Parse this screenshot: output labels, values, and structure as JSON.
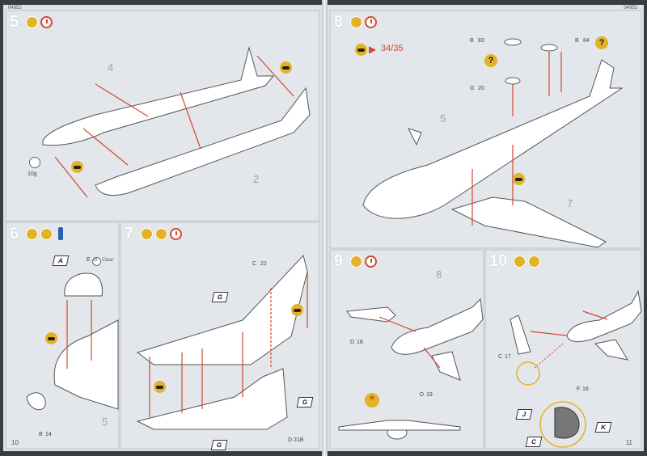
{
  "document": {
    "catalog_left": "04952",
    "catalog_right": "04952",
    "pages": {
      "left": "10",
      "right": "11"
    }
  },
  "step5": {
    "number": "5",
    "part_a": "4",
    "part_b": "2",
    "weight": "10g"
  },
  "step6": {
    "number": "6",
    "ref_a": "A",
    "part_e": "E",
    "part_e_num": "15",
    "paint_ref": "Clear",
    "part_b_label": "B",
    "part_b_num": "14",
    "part_main": "5"
  },
  "step7": {
    "number": "7",
    "part_c": "C",
    "part_c_num": "22",
    "ref_g1": "G",
    "ref_g2": "G",
    "ref_g3": "G",
    "part_d": "D",
    "part_d_num": "21B"
  },
  "step8": {
    "number": "8",
    "ref_pages": "34/35",
    "part_b1": "B",
    "part_b1_num": "83",
    "part_b2": "B",
    "part_b2_num": "84",
    "part_g": "G",
    "part_g_num": "20",
    "part_main": "5",
    "part_wing": "7",
    "question": "?"
  },
  "step9": {
    "number": "9",
    "part_main": "8",
    "part_d1": "D",
    "part_d1_num": "18",
    "part_d2": "D",
    "part_d2_num": "19"
  },
  "step10": {
    "number": "10",
    "part_c": "C",
    "part_c_num": "17",
    "part_f": "F",
    "part_f_num": "16",
    "ref_j": "J",
    "ref_c": "C",
    "ref_k": "K"
  },
  "colors": {
    "accent": "#e3b324",
    "arrow": "#d2482e",
    "clock": "#d2482e"
  }
}
